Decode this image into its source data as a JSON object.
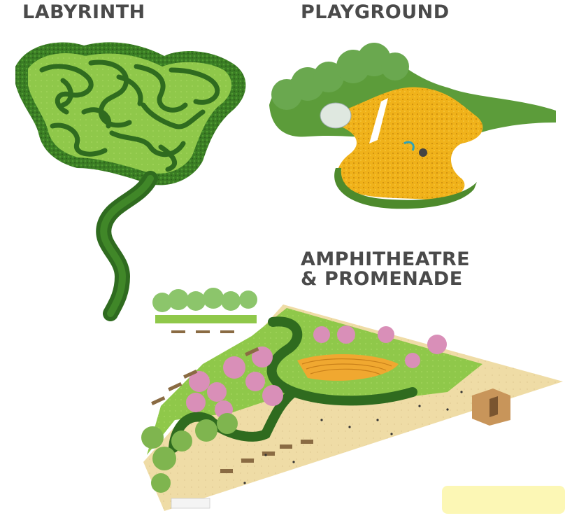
{
  "labels": {
    "labyrinth": "LABYRINTH",
    "playground": "PLAYGROUND",
    "amphitheatre_line1": "AMPHITHEATRE",
    "amphitheatre_line2": "& PROMENADE"
  },
  "colors": {
    "title": "#4a4a4a",
    "hedge_dark": "#2f6b1f",
    "hedge_mid": "#3f8a28",
    "lawn": "#8cc63f",
    "playground_yellow": "#f2b81c",
    "promenade_sand": "#efdba3",
    "blossom_pink": "#d98fb8",
    "amphitheatre_orange": "#f0a830"
  }
}
